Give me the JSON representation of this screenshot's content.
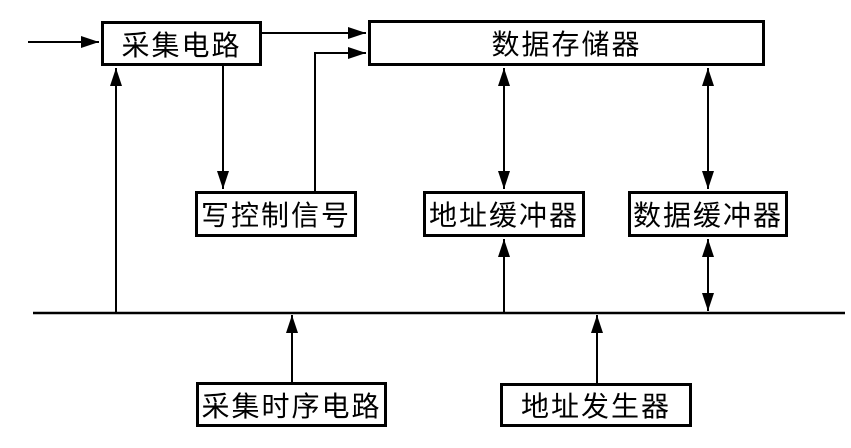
{
  "diagram": {
    "background_color": "#ffffff",
    "line_color": "#000000",
    "nodes": {
      "acquisition": {
        "label": "采集电路"
      },
      "storage": {
        "label": "数据存储器"
      },
      "write_control": {
        "label": "写控制信号"
      },
      "address_buffer": {
        "label": "地址缓冲器"
      },
      "data_buffer": {
        "label": "数据缓冲器"
      },
      "timing": {
        "label": "采集时序电路"
      },
      "address_generator": {
        "label": "地址发生器"
      }
    },
    "connections": [
      {
        "from": "external-input",
        "to": "acquisition",
        "direction": "one-way"
      },
      {
        "from": "acquisition",
        "to": "storage",
        "direction": "one-way"
      },
      {
        "from": "acquisition",
        "to": "write_control",
        "direction": "one-way"
      },
      {
        "from": "write_control",
        "to": "storage",
        "direction": "one-way"
      },
      {
        "from": "bus",
        "to": "acquisition",
        "direction": "one-way"
      },
      {
        "from": "storage",
        "to": "address_buffer",
        "direction": "two-way"
      },
      {
        "from": "storage",
        "to": "data_buffer",
        "direction": "two-way"
      },
      {
        "from": "bus",
        "to": "address_buffer",
        "direction": "one-way"
      },
      {
        "from": "data_buffer",
        "to": "bus",
        "direction": "two-way"
      },
      {
        "from": "timing",
        "to": "bus",
        "direction": "one-way"
      },
      {
        "from": "address_generator",
        "to": "bus",
        "direction": "one-way"
      }
    ]
  }
}
